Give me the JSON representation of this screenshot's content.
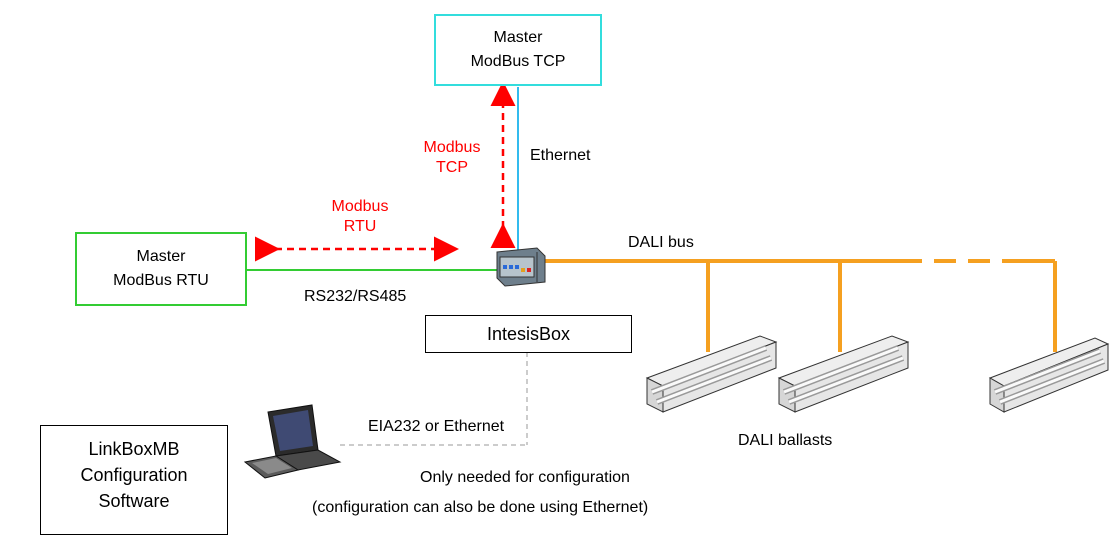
{
  "master_tcp": {
    "line1": "Master",
    "line2": "ModBus TCP"
  },
  "master_rtu": {
    "line1": "Master",
    "line2": "ModBus RTU"
  },
  "intesisbox": {
    "label": "IntesisBox"
  },
  "linkbox": {
    "line1": "LinkBoxMB",
    "line2": "Configuration",
    "line3": "Software"
  },
  "labels": {
    "modbus_tcp_1": "Modbus",
    "modbus_tcp_2": "TCP",
    "modbus_rtu_1": "Modbus",
    "modbus_rtu_2": "RTU",
    "ethernet": "Ethernet",
    "dali_bus": "DALI bus",
    "rs232_485": "RS232/RS485",
    "eia232": "EIA232 or Ethernet",
    "dali_ballasts": "DALI ballasts",
    "note1": "Only needed for configuration",
    "note2": "(configuration can also be done using Ethernet)"
  },
  "colors": {
    "tcp_box": "#33dddd",
    "rtu_box": "#33cc33",
    "ethernet_line": "#33bbee",
    "rs485_line": "#33cc33",
    "dali_line": "#f5a020",
    "protocol_arrow": "#ff0000",
    "config_line": "#bbbbbb"
  },
  "icons": [
    "intesisbox-device-icon",
    "laptop-icon",
    "fluorescent-ballast-icon"
  ]
}
